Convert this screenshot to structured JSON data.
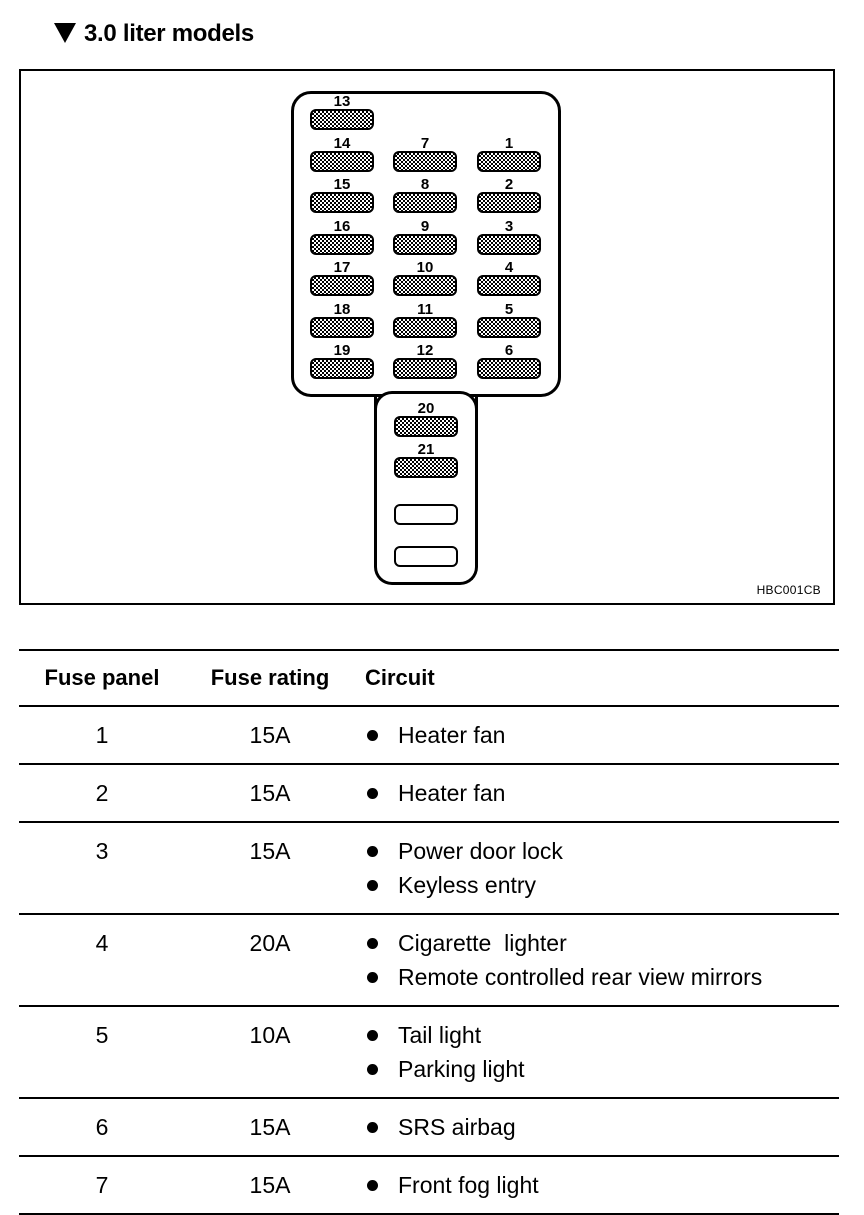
{
  "heading": {
    "icon": "down-triangle-icon",
    "title": "3.0 liter models"
  },
  "figure": {
    "code": "HBC001CB",
    "main_panel": {
      "column_left": [
        "13",
        "14",
        "15",
        "16",
        "17",
        "18",
        "19"
      ],
      "column_middle": [
        "7",
        "8",
        "9",
        "10",
        "11",
        "12"
      ],
      "column_right": [
        "1",
        "2",
        "3",
        "4",
        "5",
        "6"
      ]
    },
    "sub_panel": {
      "fuses": [
        "20",
        "21"
      ],
      "empty_slots": 2
    }
  },
  "table": {
    "headers": [
      "Fuse panel",
      "Fuse rating",
      "Circuit"
    ],
    "rows": [
      {
        "panel": "1",
        "rating": "15A",
        "circuits": [
          "Heater fan"
        ]
      },
      {
        "panel": "2",
        "rating": "15A",
        "circuits": [
          "Heater fan"
        ]
      },
      {
        "panel": "3",
        "rating": "15A",
        "circuits": [
          "Power door lock",
          "Keyless entry"
        ]
      },
      {
        "panel": "4",
        "rating": "20A",
        "circuits": [
          "Cigarette  lighter",
          "Remote controlled rear view mirrors"
        ]
      },
      {
        "panel": "5",
        "rating": "10A",
        "circuits": [
          "Tail light",
          "Parking light"
        ]
      },
      {
        "panel": "6",
        "rating": "15A",
        "circuits": [
          "SRS airbag"
        ]
      },
      {
        "panel": "7",
        "rating": "15A",
        "circuits": [
          "Front fog light"
        ]
      }
    ]
  }
}
